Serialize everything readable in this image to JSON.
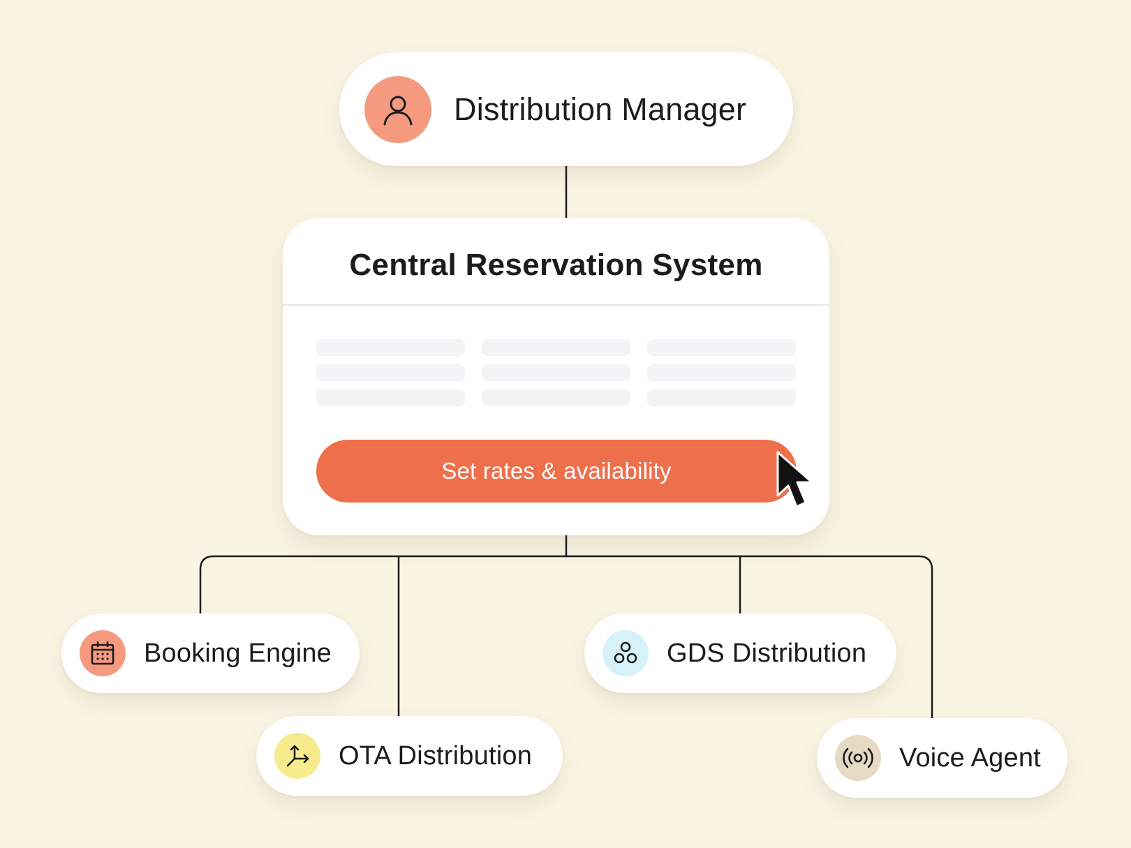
{
  "manager": {
    "label": "Distribution Manager",
    "icon": "user-icon",
    "icon_color": "#F59A7E"
  },
  "crs": {
    "title": "Central Reservation System",
    "button_label": "Set rates & availability",
    "button_color": "#EE6F4B"
  },
  "channels": [
    {
      "label": "Booking Engine",
      "icon": "calendar-icon",
      "icon_color": "#F59A7E"
    },
    {
      "label": "OTA Distribution",
      "icon": "arrows-branch-icon",
      "icon_color": "#F6EC8E"
    },
    {
      "label": "GDS Distribution",
      "icon": "circles-cluster-icon",
      "icon_color": "#D7F1FA"
    },
    {
      "label": "Voice Agent",
      "icon": "broadcast-icon",
      "icon_color": "#E7DAC4"
    }
  ],
  "colors": {
    "background": "#FAF4E3",
    "connector": "#1c1c1c"
  }
}
